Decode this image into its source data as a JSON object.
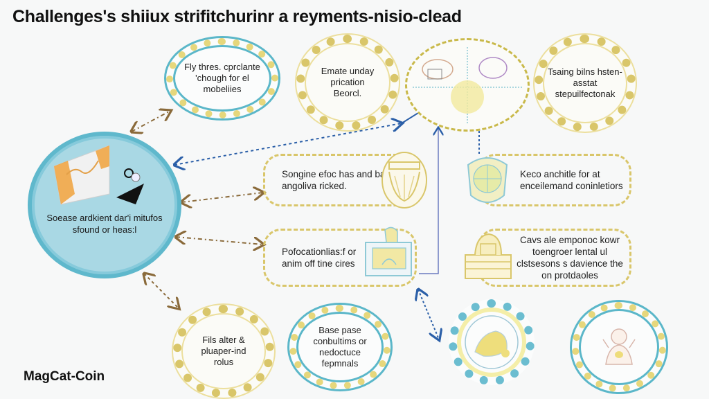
{
  "title": "Challenges's shiiux strifitchurinr a reyments-nisio-clead",
  "brand": "MagCat-Coin",
  "colors": {
    "background": "#f7f8f8",
    "teal": "#5bb7c9",
    "gold": "#d9c66a",
    "hub_fill": "#a9d8e4",
    "arrow_brown": "#8a6a3a",
    "arrow_blue": "#2b5fa8"
  },
  "hub": {
    "text": "Soease ardkient dar'i mitufos sfound or heas:l",
    "icon": "document-chart-illustration"
  },
  "top_nodes": [
    {
      "id": "top-1",
      "text": "Fly thres. cprclante 'chough for el mobeliies",
      "style": "blue-ring"
    },
    {
      "id": "top-2",
      "text": "Emate unday prication Beorcl.",
      "style": "gold-ring"
    },
    {
      "id": "top-3",
      "text": "",
      "style": "spiky-ring",
      "icon": "network-cross-illustration"
    },
    {
      "id": "top-4",
      "text": "Tsaing bilns hsten-asstat stepuilfectonak",
      "style": "gold-ring"
    }
  ],
  "middle_cards": [
    {
      "id": "card-1",
      "text": "Songine efoc has and band angoliva ricked.",
      "icon": "basket-illustration"
    },
    {
      "id": "card-2",
      "text": "Keco anchitle for at enceilemand coninletiors",
      "icon": "globe-bag-illustration"
    },
    {
      "id": "card-3",
      "text": "Pofocationlias:f or anim off tine cires",
      "icon": "computer-illustration"
    },
    {
      "id": "card-4",
      "text": "Cavs ale emponoc kowr toengroer lental ul clstsesons s davience the on protdaoles",
      "icon": "stacked-box-illustration"
    }
  ],
  "bottom_nodes": [
    {
      "id": "bottom-1",
      "text": "Fils alter & pluaper-ind rolus",
      "style": "gold-ring"
    },
    {
      "id": "bottom-2",
      "text": "Base pase conbultims or nedoctuce fepmnals",
      "style": "blue-ring"
    },
    {
      "id": "bottom-3",
      "text": "",
      "style": "dotted-ring",
      "icon": "creature-illustration"
    },
    {
      "id": "bottom-4",
      "text": "",
      "style": "blue-ring",
      "icon": "figure-illustration"
    }
  ]
}
